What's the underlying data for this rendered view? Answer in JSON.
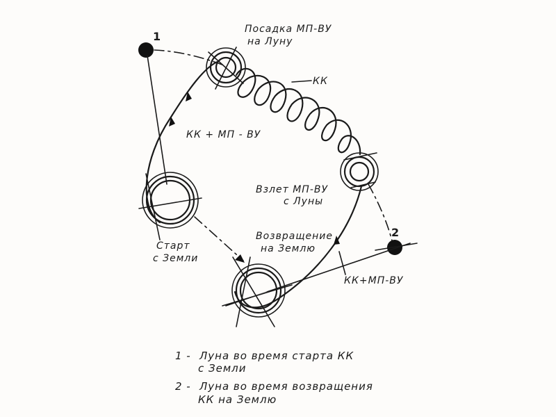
{
  "labels": {
    "moon_pos_1": "1",
    "moon_pos_2": "2",
    "landing_line1": "Посадка МП-ВУ",
    "landing_line2": "на Луну",
    "kk": "КК",
    "kk_mp_vu_outbound": "КК + МП - ВУ",
    "takeoff_line1": "Взлет МП-ВУ",
    "takeoff_line2": "с Луны",
    "start_line1": "Старт",
    "start_line2": "с Земли",
    "return_line1": "Возвращение",
    "return_line2": "на Землю",
    "kk_mp_vu_return": "КК+МП-ВУ"
  },
  "legend": [
    {
      "num": "1 -",
      "line1": "Луна во время старта КК",
      "line2": "с Земли"
    },
    {
      "num": "2 -",
      "line1": "Луна во время возвращения",
      "line2": "КК на Землю"
    }
  ]
}
